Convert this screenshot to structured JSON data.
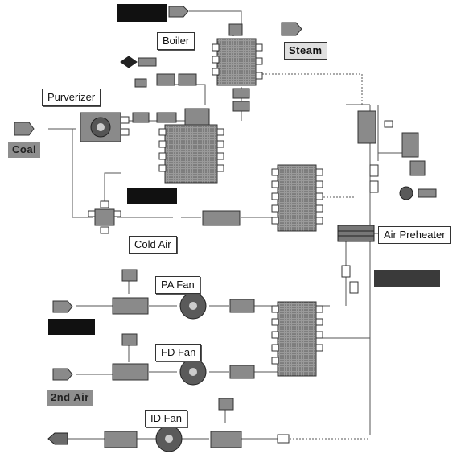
{
  "labels": {
    "boiler": "Boiler",
    "steam": "Steam",
    "purverizer": "Purverizer",
    "coal": "Coal",
    "cold_air": "Cold Air",
    "air_preheater": "Air Preheater",
    "pa_fan": "PA Fan",
    "fd_fan": "FD Fan",
    "id_fan": "ID Fan",
    "second_air": "2nd Air"
  },
  "colors": {
    "line": "#555555",
    "block_fill": "#8a8a8a",
    "block_dark": "#5a5a5a",
    "black_box": "#111111",
    "dark_label_bg": "#8e8e8e"
  }
}
